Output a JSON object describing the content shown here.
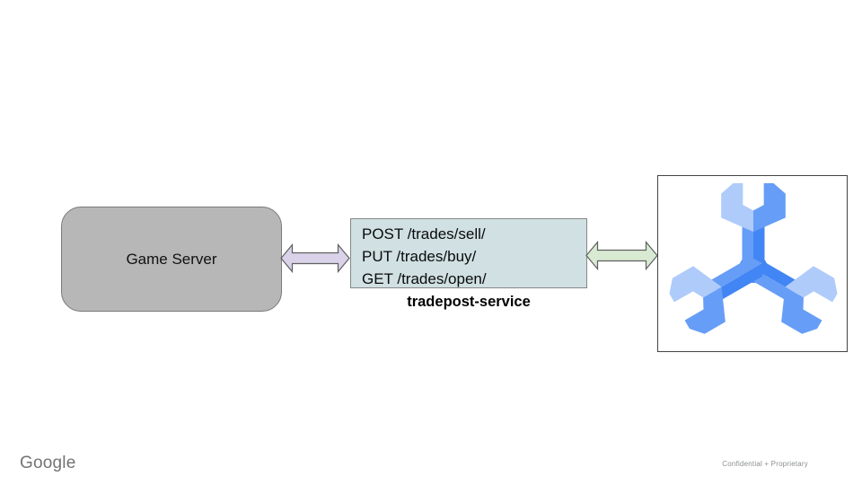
{
  "slide": {
    "background": "#ffffff",
    "game_server": {
      "label": "Game Server",
      "fill": "#b7b7b7"
    },
    "service": {
      "endpoints": [
        "POST /trades/sell/",
        "PUT /trades/buy/",
        "GET /trades/open/"
      ],
      "caption": "tradepost-service",
      "fill": "#d0e0e3"
    },
    "connectors": {
      "left_arrow_fill": "#d9d2e9",
      "right_arrow_fill": "#d9ead3",
      "stroke": "#5f5f5f"
    },
    "spanner": {
      "icon": "cloud-spanner-icon",
      "light": "#aecbfa",
      "medium": "#669df6",
      "dark": "#4285f4"
    },
    "footer": {
      "brand": "Google",
      "note": "Confidential + Proprietary"
    }
  }
}
